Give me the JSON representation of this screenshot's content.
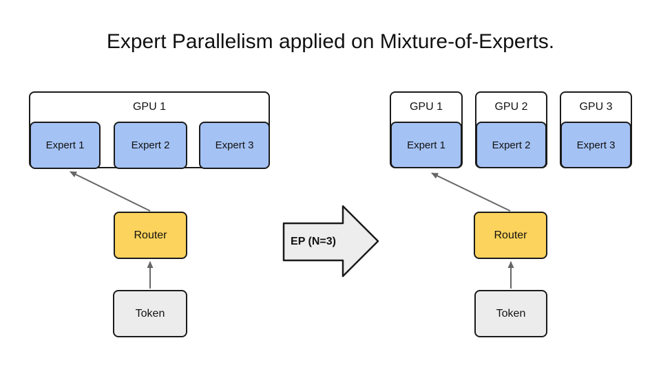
{
  "title": "Expert Parallelism applied on Mixture-of-Experts.",
  "transform": {
    "label": "EP (N=3)"
  },
  "left": {
    "gpu_label": "GPU 1",
    "experts": [
      "Expert 1",
      "Expert 2",
      "Expert 3"
    ],
    "router_label": "Router",
    "token_label": "Token"
  },
  "right": {
    "gpus": [
      {
        "label": "GPU 1",
        "expert": "Expert 1"
      },
      {
        "label": "GPU 2",
        "expert": "Expert 2"
      },
      {
        "label": "GPU 3",
        "expert": "Expert 3"
      }
    ],
    "router_label": "Router",
    "token_label": "Token"
  },
  "colors": {
    "expert_fill": "#a4c2f4",
    "router_fill": "#fcd35c",
    "token_fill": "#ececec",
    "block_arrow_fill": "#ededed",
    "box_border": "#1a1a1a",
    "connector": "#666666",
    "background": "#ffffff",
    "text": "#111111"
  }
}
